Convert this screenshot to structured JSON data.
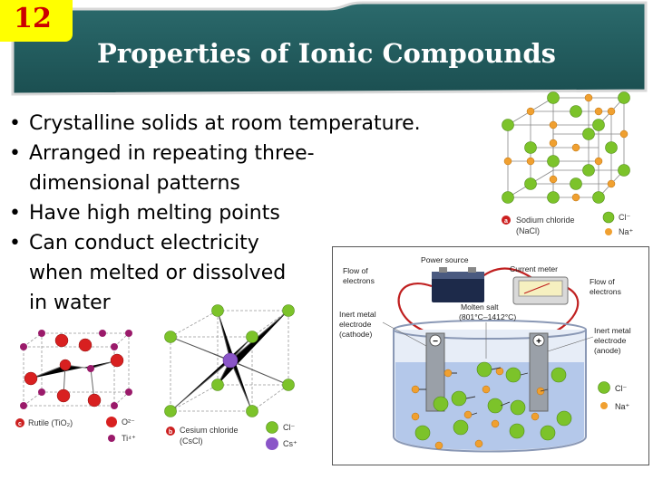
{
  "slide": {
    "number": "12",
    "title": "Properties of Ionic Compounds",
    "bullets": [
      {
        "lines": [
          "Crystalline solids at room temperature."
        ]
      },
      {
        "lines": [
          "Arranged in repeating  three-",
          "dimensional patterns"
        ]
      },
      {
        "lines": [
          "Have high melting points"
        ]
      },
      {
        "lines": [
          "Can conduct electricity",
          "when melted or dissolved",
          "in water"
        ]
      }
    ]
  },
  "colors": {
    "banner": "#215a5c",
    "badge": "#ffff00",
    "badge_text": "#cc0000",
    "cl_ion": "#7cc32a",
    "na_ion": "#f0a030",
    "o_ion": "#d82020",
    "ti_ion": "#9a1a6a",
    "cs_ion": "#8a55c8",
    "liquid": "#b4c8ea"
  },
  "nacl_figure": {
    "marker": "a",
    "caption_line1": "Sodium chloride",
    "caption_line2": "(NaCl)",
    "legend": [
      {
        "label": "Cl⁻",
        "icon": "green-sphere"
      },
      {
        "label": "Na⁺",
        "icon": "orange-sphere"
      }
    ]
  },
  "rutile_figure": {
    "marker": "c",
    "caption": "Rutile (TiO₂)",
    "legend": [
      {
        "label": "O²⁻",
        "icon": "red-sphere"
      },
      {
        "label": "Ti⁴⁺",
        "icon": "purple-sphere"
      }
    ]
  },
  "cscl_figure": {
    "marker": "b",
    "caption_line1": "Cesium chloride",
    "caption_line2": "(CsCl)",
    "legend": [
      {
        "label": "Cl⁻",
        "icon": "green-sphere"
      },
      {
        "label": "Cs⁺",
        "icon": "violet-sphere"
      }
    ]
  },
  "electrolysis_figure": {
    "power_source": "Power source",
    "current_meter": "Current meter",
    "flow_left": [
      "Flow of",
      "electrons"
    ],
    "flow_right": [
      "Flow of",
      "electrons"
    ],
    "molten_salt": [
      "Molten salt",
      "(801°C–1412°C)"
    ],
    "cathode": [
      "Inert metal",
      "electrode",
      "(cathode)"
    ],
    "anode": [
      "Inert metal",
      "electrode",
      "(anode)"
    ],
    "minus_sign": "−",
    "plus_sign": "+",
    "legend": [
      {
        "label": "Cl⁻",
        "icon": "green-sphere"
      },
      {
        "label": "Na⁺",
        "icon": "orange-sphere"
      }
    ]
  }
}
